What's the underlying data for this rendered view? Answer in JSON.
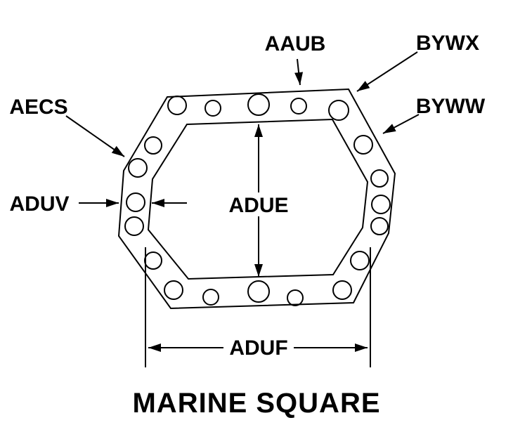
{
  "diagram": {
    "title": "MARINE SQUARE",
    "callouts": {
      "aaub": "AAUB",
      "bywx": "BYWX",
      "byww": "BYWW",
      "aecs": "AECS",
      "aduv": "ADUV"
    },
    "dimensions": {
      "vertical": "ADUE",
      "horizontal": "ADUF"
    },
    "colors": {
      "line": "#000000",
      "background": "#ffffff",
      "text": "#000000"
    }
  }
}
